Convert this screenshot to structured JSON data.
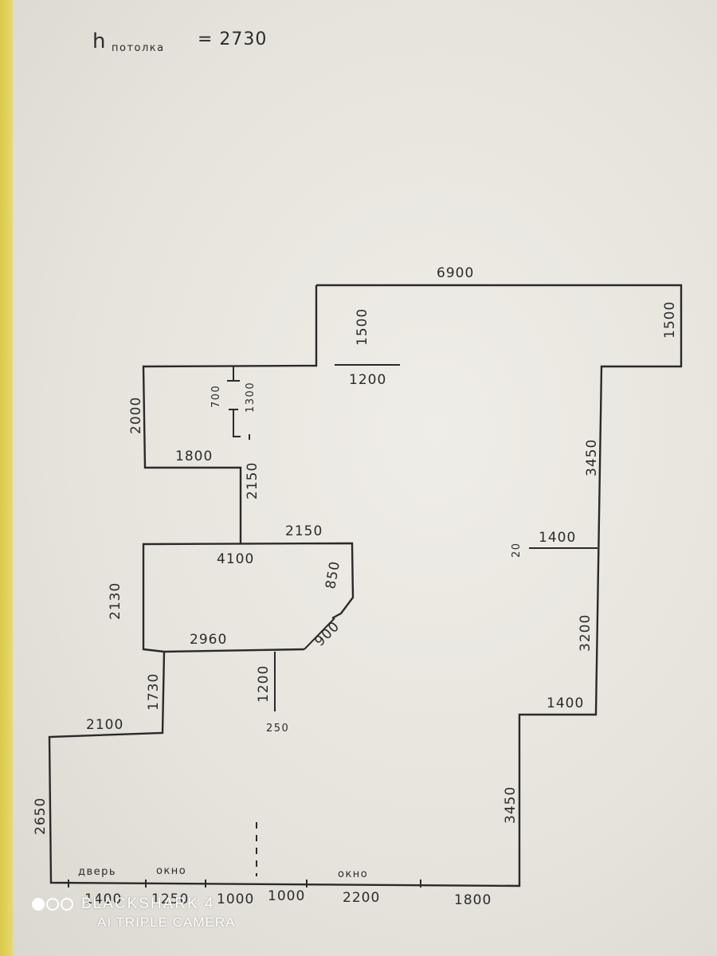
{
  "header": {
    "ceiling_symbol": "h",
    "ceiling_subscript": "потолка",
    "ceiling_value": "= 2730"
  },
  "dimensions": {
    "top": "6900",
    "right_top": "1500",
    "inner_1500": "1500",
    "inner_1200": "1200",
    "d_700": "700",
    "d_1300": "1300",
    "left_2000": "2000",
    "d_1800": "1800",
    "d_2150_vertical": "2150",
    "d_2150_horizontal": "2150",
    "d_4100": "4100",
    "d_850": "850",
    "left_2130": "2130",
    "d_2960": "2960",
    "d_900": "900",
    "d_1200_vertical": "1200",
    "d_250": "250",
    "d_1730": "1730",
    "d_2100": "2100",
    "left_2650": "2650",
    "right_3450_upper": "3450",
    "d_20": "20",
    "d_1400_mid": "1400",
    "right_3200": "3200",
    "d_1400_low": "1400",
    "d_3450_lower": "3450",
    "bottom_1400": "1400",
    "bottom_1250": "1250",
    "bottom_1000a": "1000",
    "bottom_1000b": "1000",
    "bottom_2200": "2200",
    "bottom_1800": "1800"
  },
  "labels": {
    "door": "дверь",
    "window1": "окно",
    "window2": "окно"
  },
  "watermark": {
    "line1": "BLACKSHARK 4",
    "line2": "AI TRIPLE CAMERA"
  }
}
